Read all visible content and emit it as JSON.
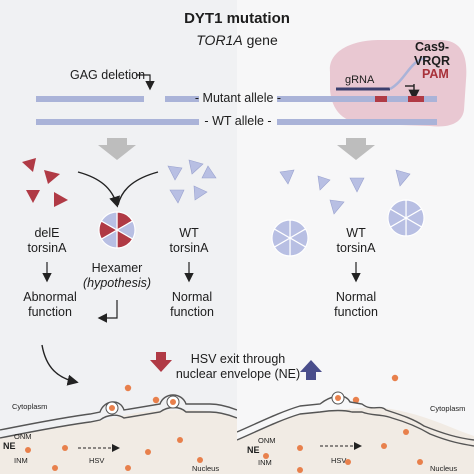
{
  "title": "DYT1 mutation",
  "gene_italic": "TOR1A",
  "gene_suffix": " gene",
  "gag_deletion": "GAG deletion",
  "mutant_allele": "- Mutant allele -",
  "wt_allele": "- WT allele -",
  "grna": "gRNA",
  "cas9_line1": "Cas9-",
  "cas9_line2": "VRQR",
  "pam": "PAM",
  "dele_line1": "delE",
  "dele_line2": "torsinA",
  "wt_line1": "WT",
  "wt_line2": "torsinA",
  "hexamer_line1": "Hexamer",
  "hexamer_line2": "(hypothesis)",
  "abnormal_line1": "Abnormal",
  "abnormal_line2": "function",
  "normal_line1": "Normal",
  "normal_line2": "function",
  "right_wt_line1": "WT",
  "right_wt_line2": "torsinA",
  "right_normal_line1": "Normal",
  "right_normal_line2": "function",
  "hsv_line1": "HSV exit through",
  "hsv_line2": "nuclear envelope (NE)",
  "cytoplasm": "Cytoplasm",
  "onm": "ONM",
  "ne": "NE",
  "inm": "INM",
  "hsv": "HSV",
  "nucleus": "Nucleus",
  "colors": {
    "mutant_red": "#b03a45",
    "wt_blue": "#b8bfe3",
    "allele_bar": "#aab3d8",
    "hsv_orange": "#e8804c",
    "cas9_pink": "#e9c8d2",
    "nucleus_fill": "#f1ebe4",
    "arrow_up_blue": "#4a4e8c"
  },
  "icons": [
    "down-arrow-icon",
    "up-arrow-icon",
    "curved-arrow-icon",
    "triangle-subunit-icon",
    "hexamer-icon"
  ]
}
